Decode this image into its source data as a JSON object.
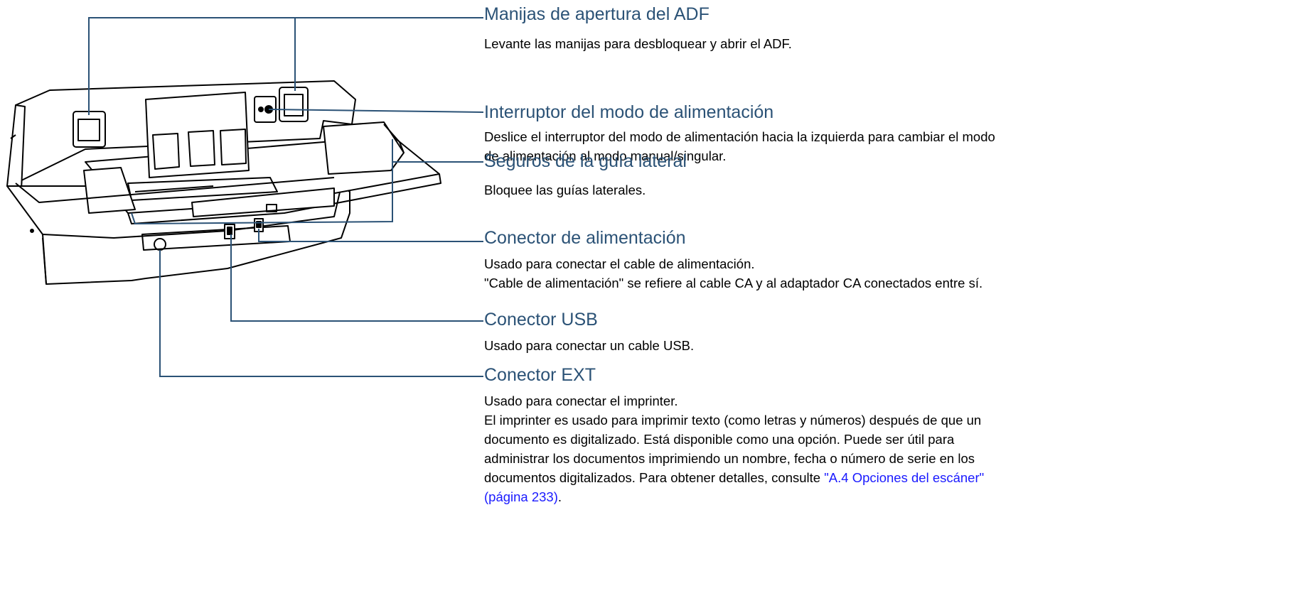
{
  "sections": [
    {
      "title": "Manijas de apertura del ADF",
      "lines": [
        "Levante las manijas para desbloquear y abrir el ADF."
      ]
    },
    {
      "title": "Interruptor del modo de alimentación",
      "lines": [
        "Deslice el interruptor del modo de alimentación hacia la izquierda para cambiar el modo",
        "de alimentación al modo manual/singular."
      ]
    },
    {
      "title": "Seguros de la guía lateral",
      "lines": [
        "Bloquee las guías laterales."
      ]
    },
    {
      "title": "Conector de alimentación",
      "lines": [
        "Usado para conectar el cable de alimentación.",
        "\"Cable de alimentación\" se refiere al cable CA y al adaptador CA conectados entre sí."
      ]
    },
    {
      "title": "Conector USB",
      "lines": [
        "Usado para conectar un cable USB."
      ]
    },
    {
      "title": "Conector EXT",
      "lines": [
        "Usado para conectar el imprinter.",
        "El imprinter es usado para imprimir texto (como letras y números) después de que un",
        "documento es digitalizado. Está disponible como una opción. Puede ser útil para",
        "administrar los documentos imprimiendo un nombre, fecha o número de serie en los"
      ],
      "last_line_prefix": "documentos digitalizados. Para obtener detalles, consulte ",
      "link_text": "\"A.4 Opciones del escáner\"",
      "link_text_2": "(página 233)",
      "link_suffix": "."
    }
  ],
  "colors": {
    "heading": "#2b5276",
    "leader": "#2b5276",
    "link": "#1a1aff"
  }
}
